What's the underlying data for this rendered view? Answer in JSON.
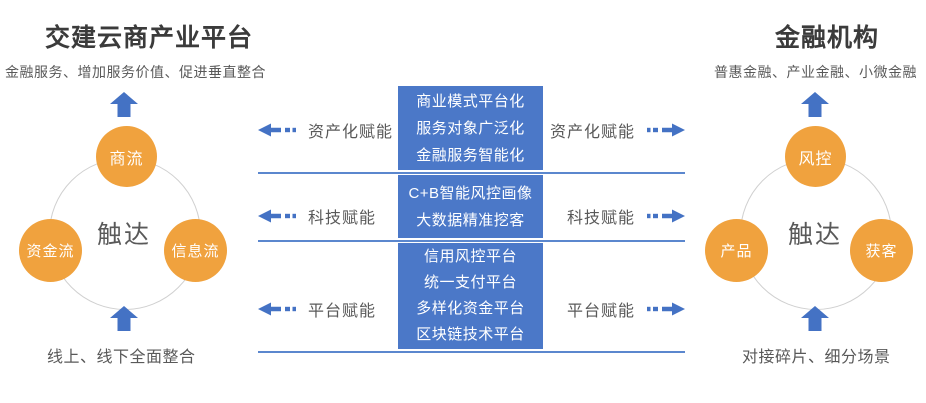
{
  "colors": {
    "accent_blue": "#4472c4",
    "box_blue": "#4b78c8",
    "line_blue": "#5b87ce",
    "node_orange": "#f0a23e",
    "title_gray": "#3b3b3b",
    "text_gray": "#595959"
  },
  "left": {
    "title": "交建云商产业平台",
    "subtitle": "金融服务、增加服务价值、促进垂直整合",
    "cycle": {
      "center": "触达",
      "top": "商流",
      "left": "资金流",
      "right": "信息流"
    },
    "caption": "线上、线下全面整合"
  },
  "right": {
    "title": "金融机构",
    "subtitle": "普惠金融、产业金融、小微金融",
    "cycle": {
      "center": "触达",
      "top": "风控",
      "left": "产品",
      "right": "获客"
    },
    "caption": "对接碎片、细分场景"
  },
  "center": {
    "rows": [
      {
        "left_label": "资产化赋能",
        "right_label": "资产化赋能",
        "box_lines": [
          "商业模式平台化",
          "服务对象广泛化",
          "金融服务智能化"
        ]
      },
      {
        "left_label": "科技赋能",
        "right_label": "科技赋能",
        "box_lines": [
          "C+B智能风控画像",
          "大数据精准挖客"
        ]
      },
      {
        "left_label": "平台赋能",
        "right_label": "平台赋能",
        "box_lines": [
          "信用风控平台",
          "统一支付平台",
          "多样化资金平台",
          "区块链技术平台"
        ]
      }
    ]
  }
}
